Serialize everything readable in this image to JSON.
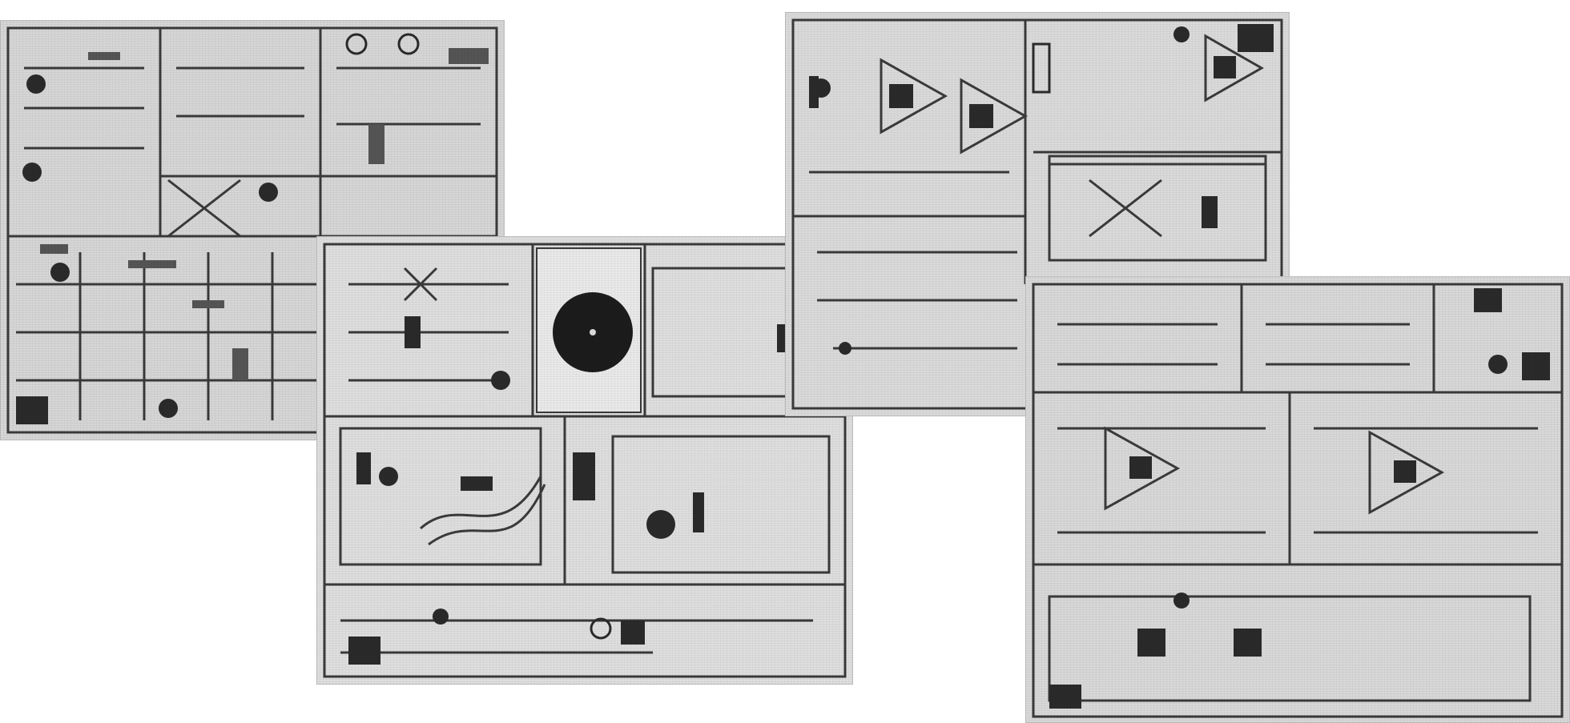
{
  "scene": {
    "description_visible_text": [],
    "boards": [
      {
        "id": "board-top-left"
      },
      {
        "id": "board-center-left"
      },
      {
        "id": "board-center"
      },
      {
        "id": "board-top-right"
      },
      {
        "id": "board-right"
      }
    ]
  }
}
